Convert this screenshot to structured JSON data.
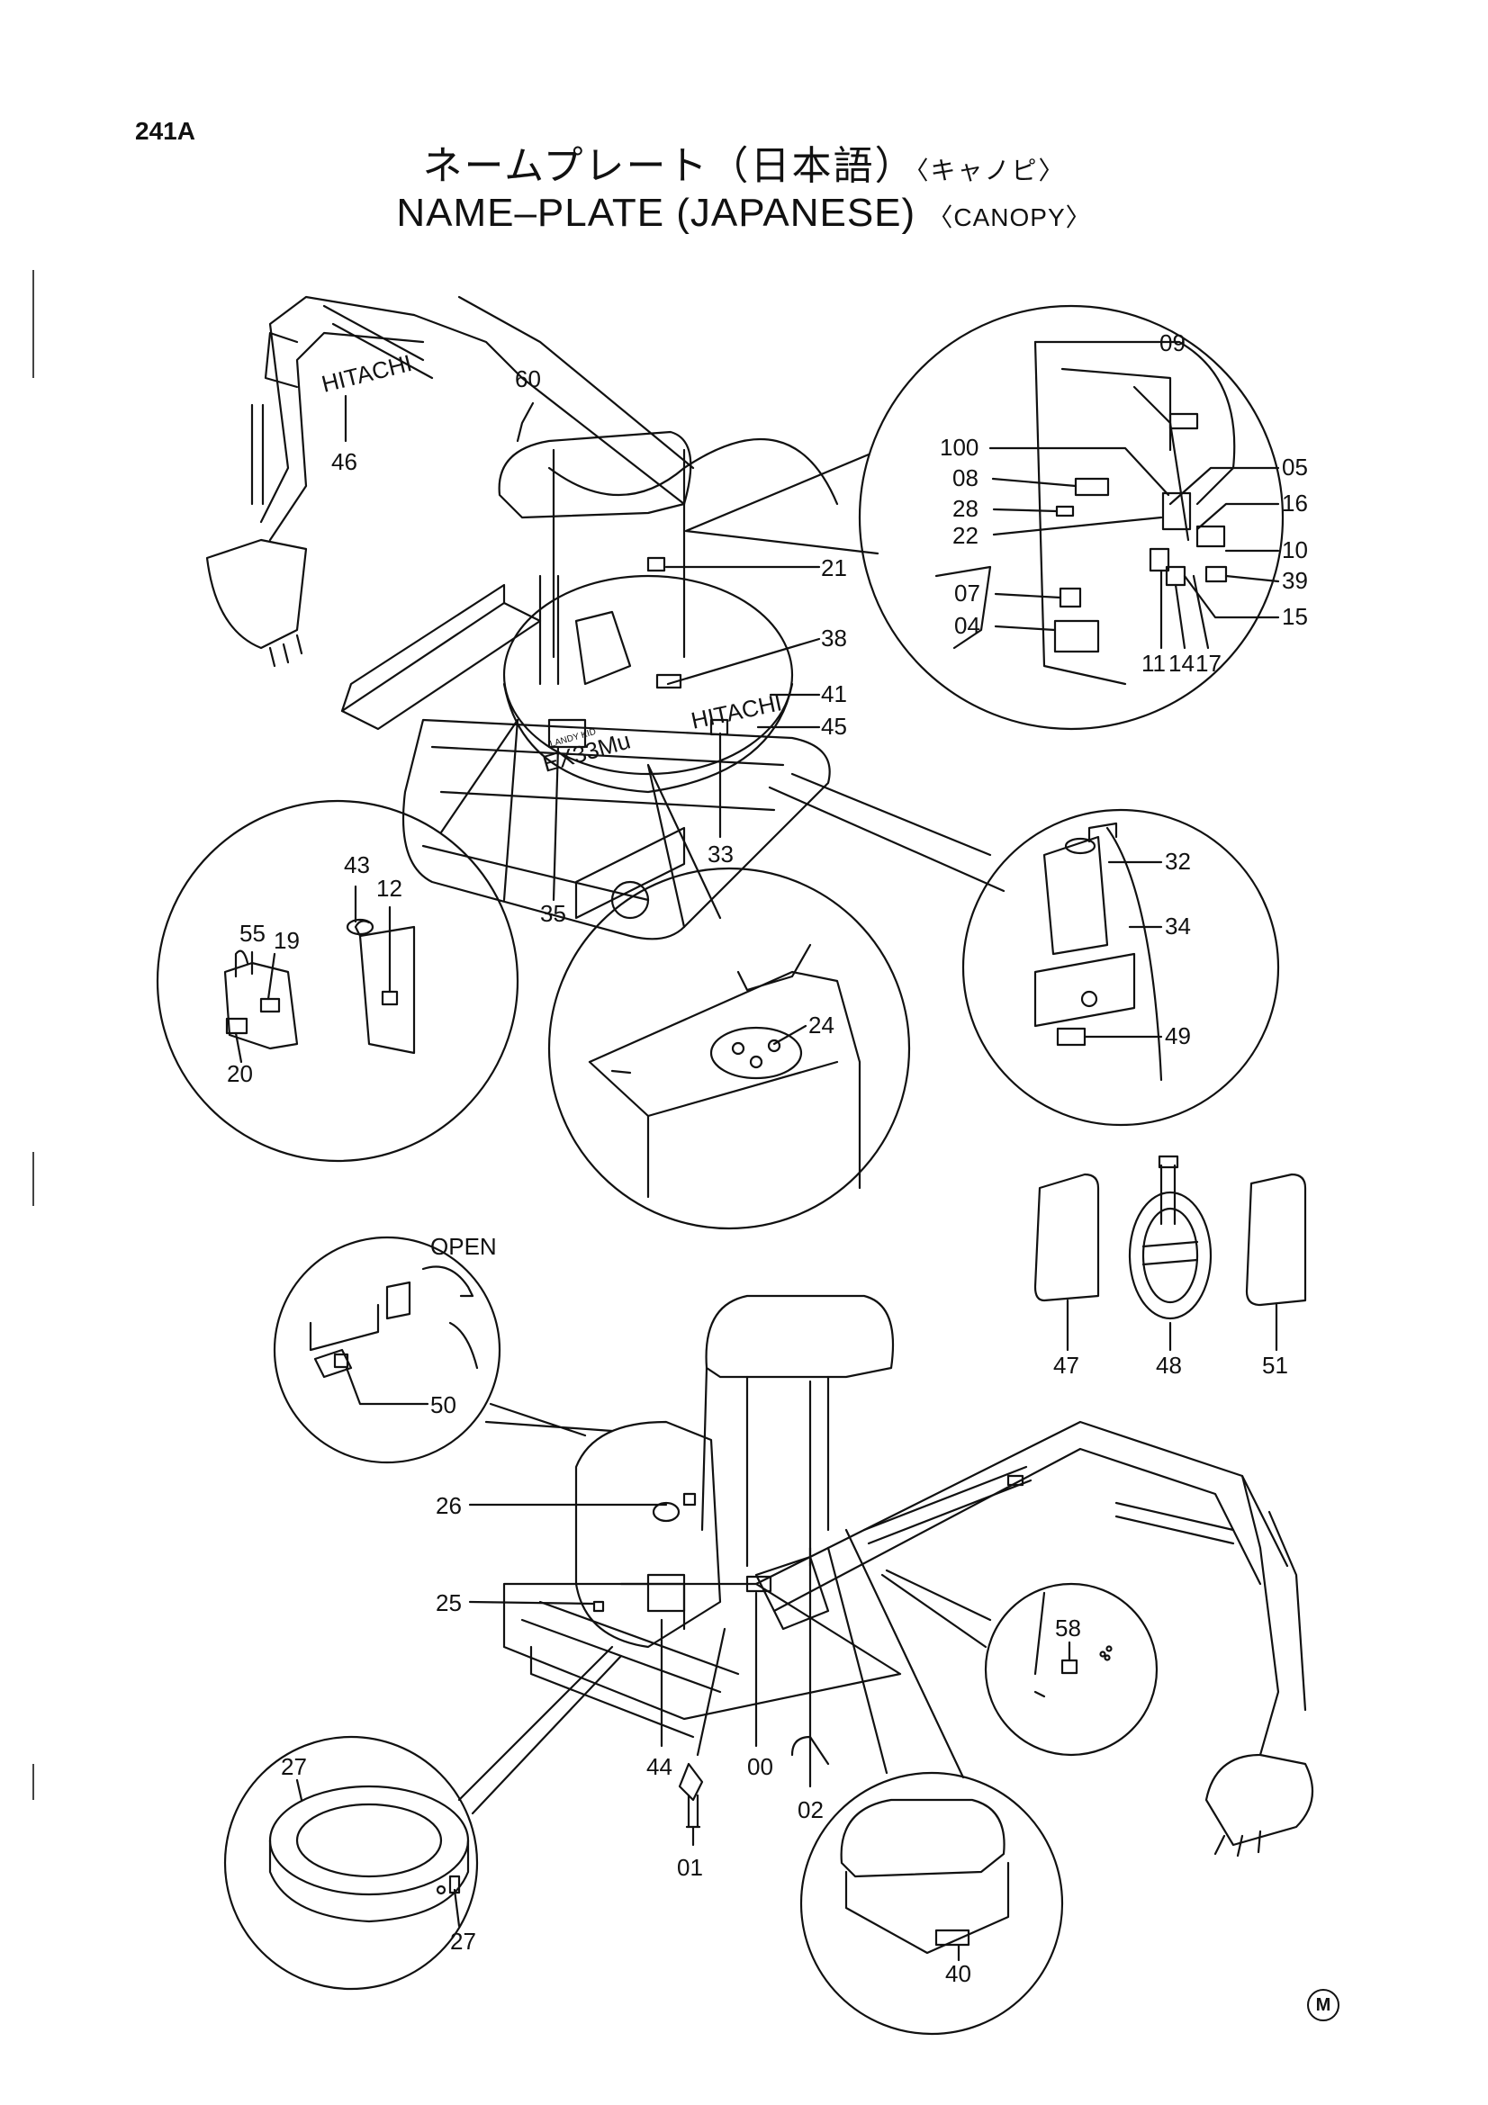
{
  "header": {
    "page_number": "241A",
    "title_jp": "ネームプレート（日本語）",
    "title_jp_sub": "〈キャノピ〉",
    "title_en": "NAME–PLATE (JAPANESE)",
    "title_en_sub": "〈CANOPY〉"
  },
  "machine_text": {
    "boom_brand": "HITACHI",
    "body_brand": "HITACHI",
    "model": "EX33Mu",
    "model_small": "LANDY KID",
    "open_label": "OPEN"
  },
  "callouts": {
    "top_view": [
      "46",
      "60",
      "21",
      "38",
      "41",
      "45",
      "33",
      "35"
    ],
    "cab_detail": [
      "09",
      "100",
      "08",
      "28",
      "22",
      "07",
      "04",
      "05",
      "16",
      "10",
      "39",
      "15",
      "11",
      "14",
      "17"
    ],
    "left_detail": [
      "43",
      "12",
      "55",
      "19",
      "20"
    ],
    "center_detail": [
      "24"
    ],
    "right_detail": [
      "32",
      "34",
      "49"
    ],
    "loose_parts": [
      "47",
      "48",
      "51"
    ],
    "lower_view": [
      "26",
      "25",
      "44",
      "00",
      "01",
      "02"
    ],
    "open_detail": [
      "50"
    ],
    "bearing_detail": [
      "27",
      "27"
    ],
    "arm_detail": [
      "58"
    ],
    "seat_detail": [
      "40"
    ]
  },
  "footer": {
    "mark": "M"
  },
  "colors": {
    "ink": "#111111",
    "paper": "#ffffff"
  }
}
